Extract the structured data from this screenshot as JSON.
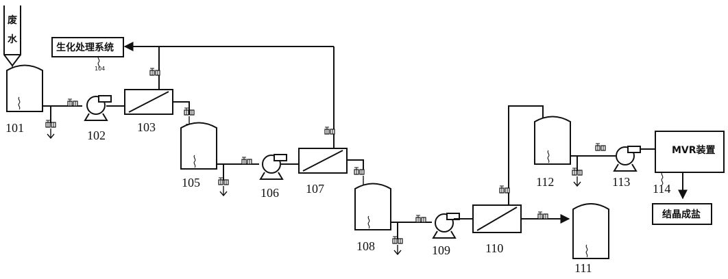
{
  "feed_label": "废水",
  "biochem_label": "生化处理系统",
  "biochem_ref": "104",
  "mvr_label": "MVR装置",
  "crystal_label": "结晶成盐",
  "labels": {
    "u101": "101",
    "u102": "102",
    "u103": "103",
    "u105": "105",
    "u106": "106",
    "u107": "107",
    "u108": "108",
    "u109": "109",
    "u110": "110",
    "u111": "111",
    "u112": "112",
    "u113": "113",
    "u114": "114"
  }
}
